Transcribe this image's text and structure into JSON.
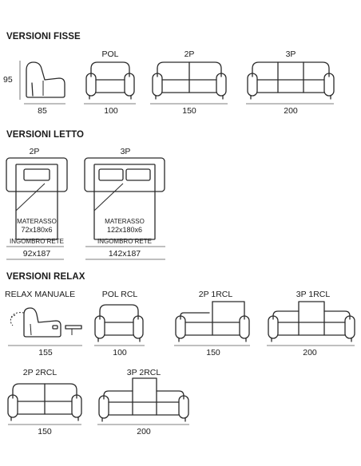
{
  "sections": {
    "fisse": "VERSIONI FISSE",
    "letto": "VERSIONI LETTO",
    "relax": "VERSIONI RELAX"
  },
  "fisse": {
    "height": "95",
    "side_width": "85",
    "pol_label": "POL",
    "pol_width": "100",
    "p2_label": "2P",
    "p2_width": "150",
    "p3_label": "3P",
    "p3_width": "200"
  },
  "letto": {
    "b2_label": "2P",
    "b2_mattress_title": "MATERASSO",
    "b2_mattress_size": "72x180x6",
    "b2_rete_title": "INGOMBRO RETE",
    "b2_rete_size": "92x187",
    "b3_label": "3P",
    "b3_mattress_title": "MATERASSO",
    "b3_mattress_size": "122x180x6",
    "b3_rete_title": "INGOMBRO RETE",
    "b3_rete_size": "142x187"
  },
  "relax": {
    "manual_label": "RELAX MANUALE",
    "manual_width": "155",
    "polrcl_label": "POL RCL",
    "polrcl_width": "100",
    "p2rcl1_label": "2P 1RCL",
    "p2rcl1_width": "150",
    "p3rcl1_label": "3P 1RCL",
    "p3rcl1_width": "200",
    "p2rcl2_label": "2P 2RCL",
    "p2rcl2_width": "150",
    "p3rcl2_label": "3P 2RCL",
    "p3rcl2_width": "200"
  }
}
